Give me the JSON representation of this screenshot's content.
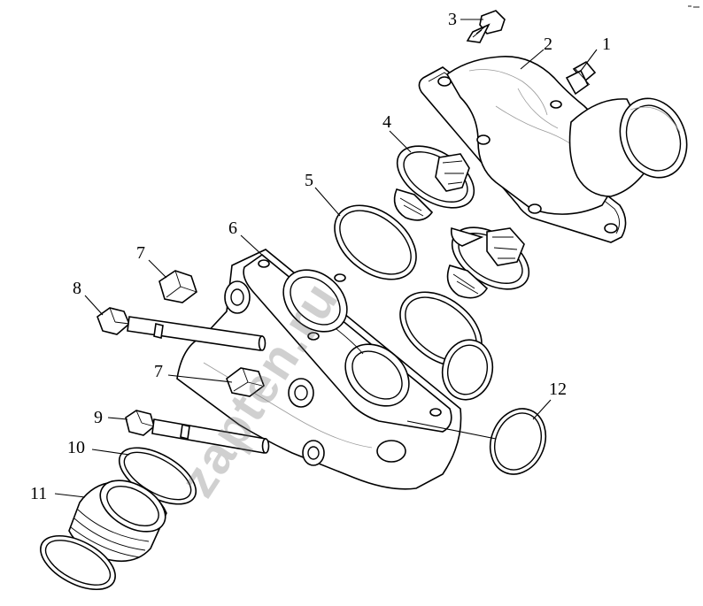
{
  "diagram": {
    "watermark": "zapten.ru",
    "corner_mark": "",
    "callouts": [
      {
        "id": "c1",
        "text": "1"
      },
      {
        "id": "c2",
        "text": "2"
      },
      {
        "id": "c3",
        "text": "3"
      },
      {
        "id": "c4",
        "text": "4"
      },
      {
        "id": "c5",
        "text": "5"
      },
      {
        "id": "c6",
        "text": "6"
      },
      {
        "id": "c7a",
        "text": "7"
      },
      {
        "id": "c7b",
        "text": "7"
      },
      {
        "id": "c8",
        "text": "8"
      },
      {
        "id": "c9",
        "text": "9"
      },
      {
        "id": "c10",
        "text": "10"
      },
      {
        "id": "c11",
        "text": "11"
      },
      {
        "id": "c12",
        "text": "12"
      }
    ]
  }
}
